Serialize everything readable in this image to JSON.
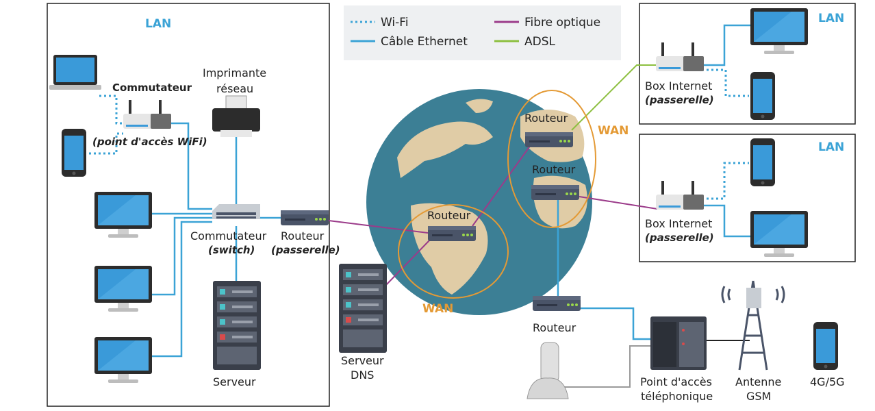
{
  "legend": {
    "wifi": "Wi-Fi",
    "ethernet": "Câble Ethernet",
    "fibre": "Fibre optique",
    "adsl": "ADSL"
  },
  "colors": {
    "wifi": "#3ba3d6",
    "ethernet": "#3ba3d6",
    "fibre": "#9b3b8a",
    "adsl": "#8cbf3f",
    "wan": "#e49a35",
    "phone": "#9a9a9a"
  },
  "zones": {
    "lan_main": "LAN",
    "lan_top_right": "LAN",
    "lan_mid_right": "LAN",
    "wan_left": "WAN",
    "wan_right": "WAN"
  },
  "labels": {
    "commutateur_wifi": "Commutateur",
    "point_acces_wifi": "(point d'accès WiFi)",
    "imprimante_1": "Imprimante",
    "imprimante_2": "réseau",
    "commutateur_switch": "Commutateur",
    "switch": "(switch)",
    "routeur_passerelle": "Routeur",
    "passerelle": "(passerelle)",
    "serveur": "Serveur",
    "serveur_dns_1": "Serveur",
    "serveur_dns_2": "DNS",
    "routeur_globe_left": "Routeur",
    "routeur_globe_top": "Routeur",
    "routeur_globe_mid": "Routeur",
    "routeur_bottom": "Routeur",
    "box_top": "Box Internet",
    "box_top_sub": "(passerelle)",
    "box_mid": "Box Internet",
    "box_mid_sub": "(passerelle)",
    "point_acces_tel_1": "Point d'accès",
    "point_acces_tel_2": "téléphonique",
    "antenne_1": "Antenne",
    "antenne_2": "GSM",
    "mobile": "4G/5G"
  }
}
